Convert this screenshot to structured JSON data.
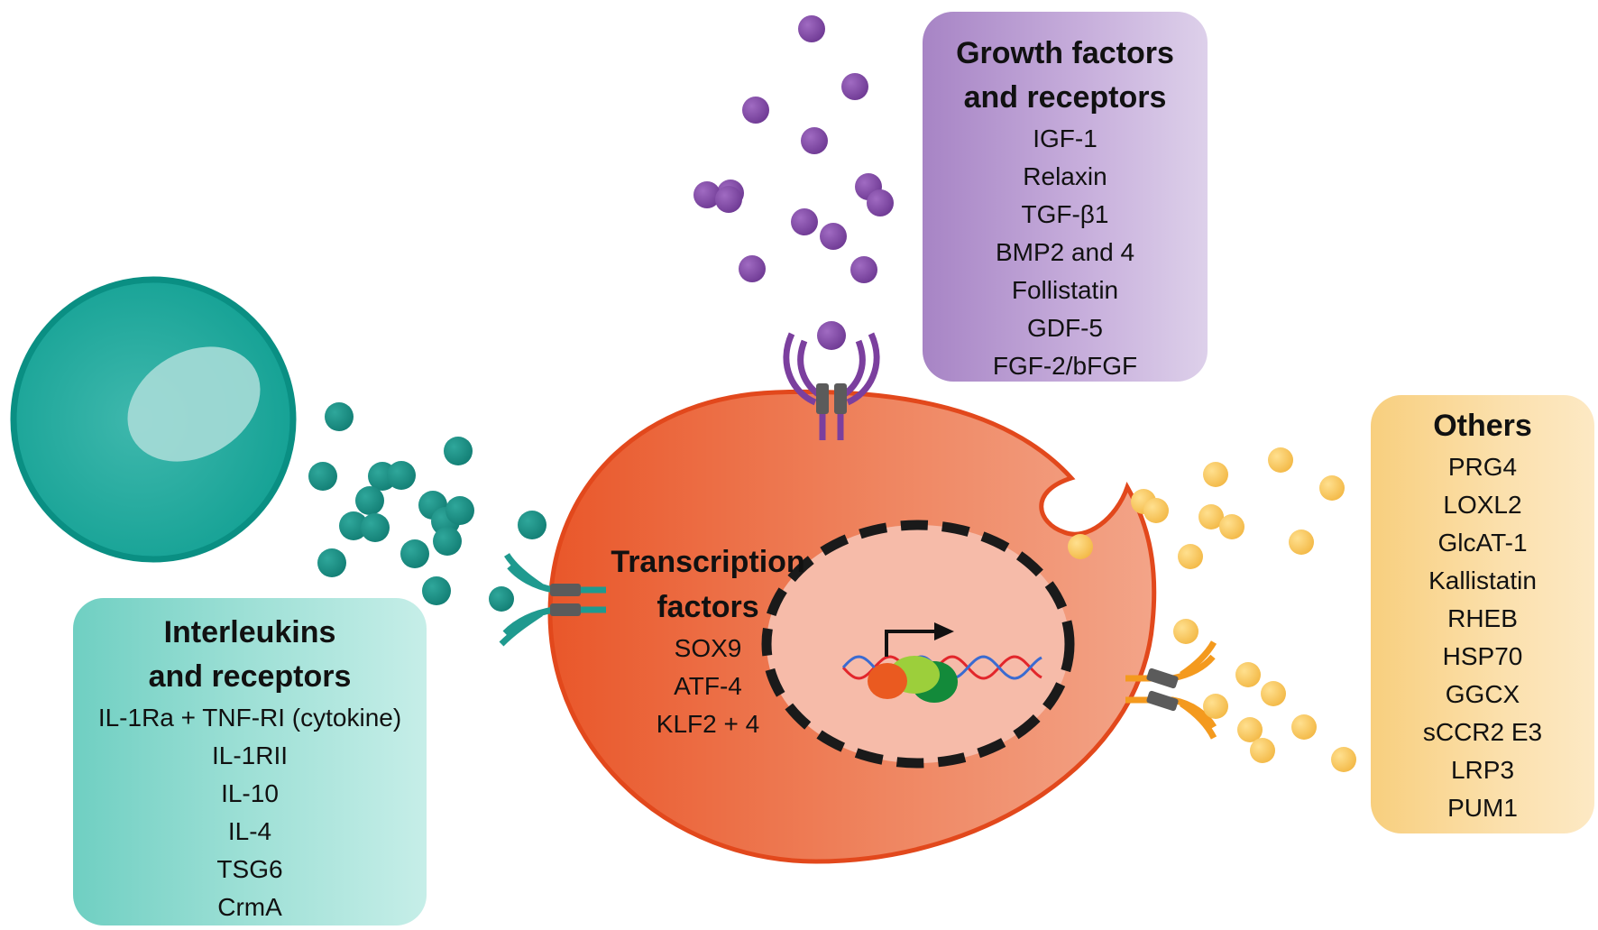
{
  "growth_box": {
    "title_line1": "Growth factors",
    "title_line2": "and receptors",
    "items": [
      "IGF-1",
      "Relaxin",
      "TGF-β1",
      "BMP2 and 4",
      "Follistatin",
      "GDF-5",
      "FGF-2/bFGF"
    ]
  },
  "others_box": {
    "title": "Others",
    "items": [
      "PRG4",
      "LOXL2",
      "GlcAT-1",
      "Kallistatin",
      "RHEB",
      "HSP70",
      "GGCX",
      "sCCR2 E3",
      "LRP3",
      "PUM1"
    ]
  },
  "interleukins_box": {
    "title_line1": "Interleukins",
    "title_line2": "and receptors",
    "items": [
      "IL-1Ra + TNF-RI (cytokine)",
      "IL-1RII",
      "IL-10",
      "IL-4",
      "TSG6",
      "CrmA"
    ]
  },
  "transcription": {
    "title_line1": "Transcription",
    "title_line2": "factors",
    "items": [
      "SOX9",
      "ATF-4",
      "KLF2 + 4"
    ]
  },
  "colors": {
    "purple": "#7b3f9e",
    "teal": "#1f9a8f",
    "orange_cell": "#e95a2c",
    "yellow": "#f6c35a",
    "receptor_gray": "#5b5b5b"
  }
}
